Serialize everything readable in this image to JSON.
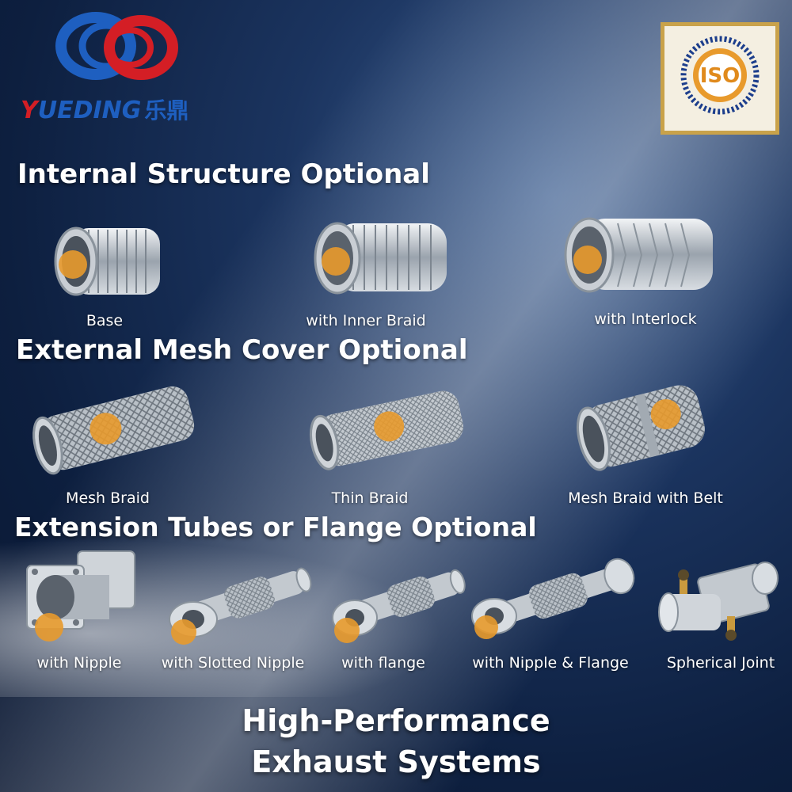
{
  "brand": {
    "name_en": "UEDING",
    "name_prefix": "Y",
    "name_cn": "乐鼎",
    "colors": {
      "blue": "#1e5fc0",
      "red": "#d41e25"
    }
  },
  "certificate": {
    "badge": "ISO"
  },
  "sections": [
    {
      "title": "Internal Structure Optional",
      "items": [
        {
          "label": "Base",
          "icon": "flex-pipe-icon"
        },
        {
          "label": "with Inner Braid",
          "icon": "flex-pipe-icon"
        },
        {
          "label": "with Interlock",
          "icon": "flex-pipe-icon"
        }
      ]
    },
    {
      "title": "External Mesh Cover Optional",
      "items": [
        {
          "label": "Mesh Braid",
          "icon": "braided-pipe-icon"
        },
        {
          "label": "Thin Braid",
          "icon": "braided-pipe-icon"
        },
        {
          "label": "Mesh Braid with Belt",
          "icon": "braided-pipe-icon"
        }
      ]
    },
    {
      "title": "Extension Tubes or Flange Optional",
      "items": [
        {
          "label": "with Nipple",
          "icon": "square-flange-pipe-icon"
        },
        {
          "label": "with Slotted Nipple",
          "icon": "slotted-nipple-pipe-icon"
        },
        {
          "label": "with flange",
          "icon": "flange-pipe-icon"
        },
        {
          "label": "with Nipple & Flange",
          "icon": "nipple-flange-pipe-icon"
        },
        {
          "label": "Spherical Joint",
          "icon": "spherical-joint-icon"
        }
      ]
    }
  ],
  "footer": {
    "line1": "High-Performance",
    "line2": "Exhaust Systems"
  },
  "accent": {
    "highlight_dot": "#e89a2c",
    "background": "#13284d"
  }
}
